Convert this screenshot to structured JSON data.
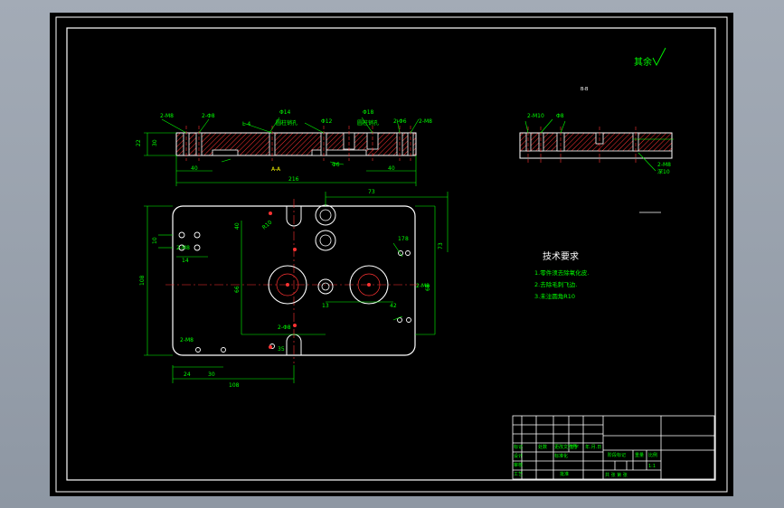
{
  "notes": {
    "title": "技术要求",
    "items": [
      "1.零件须去除氧化皮.",
      "2.去除毛刺飞边.",
      "3.未注圆角R10"
    ]
  },
  "roughness_note": "其余",
  "section_labels": {
    "a": "A-A",
    "b": "B-B"
  },
  "top_view_dims": {
    "d_2m8_left": "2-M8",
    "d_2m8_left2": "2-Φ8",
    "d_phi14a": "Φ14",
    "d_phi14_note": "圆柱销孔",
    "d_phi12": "Φ12",
    "d_phi18": "Φ18",
    "d_phi18_note": "圆柱销孔",
    "d_2phi6": "2-Φ6",
    "d_2m8_right": "2-M8",
    "d_22": "22",
    "d_30": "30",
    "d_40": "40",
    "d_40b": "40",
    "d_216": "216",
    "d_aa": "A-A"
  },
  "plan_view_dims": {
    "d_73": "73",
    "d_35": "35",
    "d_108": "108",
    "d_40": "40",
    "d_14": "14",
    "d_10": "10",
    "d_24": "24",
    "d_30": "30",
    "d_66": "66",
    "d_68": "68",
    "d_2m8": "2-M8",
    "d_17": "17",
    "d_42": "42",
    "d_8": "8",
    "d_13": "13",
    "d_r10": "R10",
    "d_2phi8": "2-Φ8",
    "d_2m8b": "2-M8",
    "d_2m8c": "2-M8"
  },
  "side_view_dims": {
    "d_2m10": "2-M10",
    "d_phi8": "Φ8",
    "d_note1": "2-M8",
    "d_note2": "深10"
  },
  "title_block": {
    "row1": [
      "标记",
      "处数",
      "更改文件号",
      "签字",
      "年.月.日"
    ],
    "row2": [
      "设计",
      "",
      "标准化"
    ],
    "row3": [
      "审核",
      ""
    ],
    "row4": [
      "工艺",
      "",
      "批准"
    ],
    "stage_label": "阶段标记",
    "weight_label": "重量",
    "scale_label": "比例",
    "scale_value": "1:1",
    "sheet_text": "共   张  第   张"
  },
  "colors": {
    "outline": "#ffffff",
    "dimension": "#00ff00",
    "center": "#ff3333",
    "hatch": "#ff3333",
    "text": "#00ff00",
    "dim_text": "#ffff00"
  }
}
